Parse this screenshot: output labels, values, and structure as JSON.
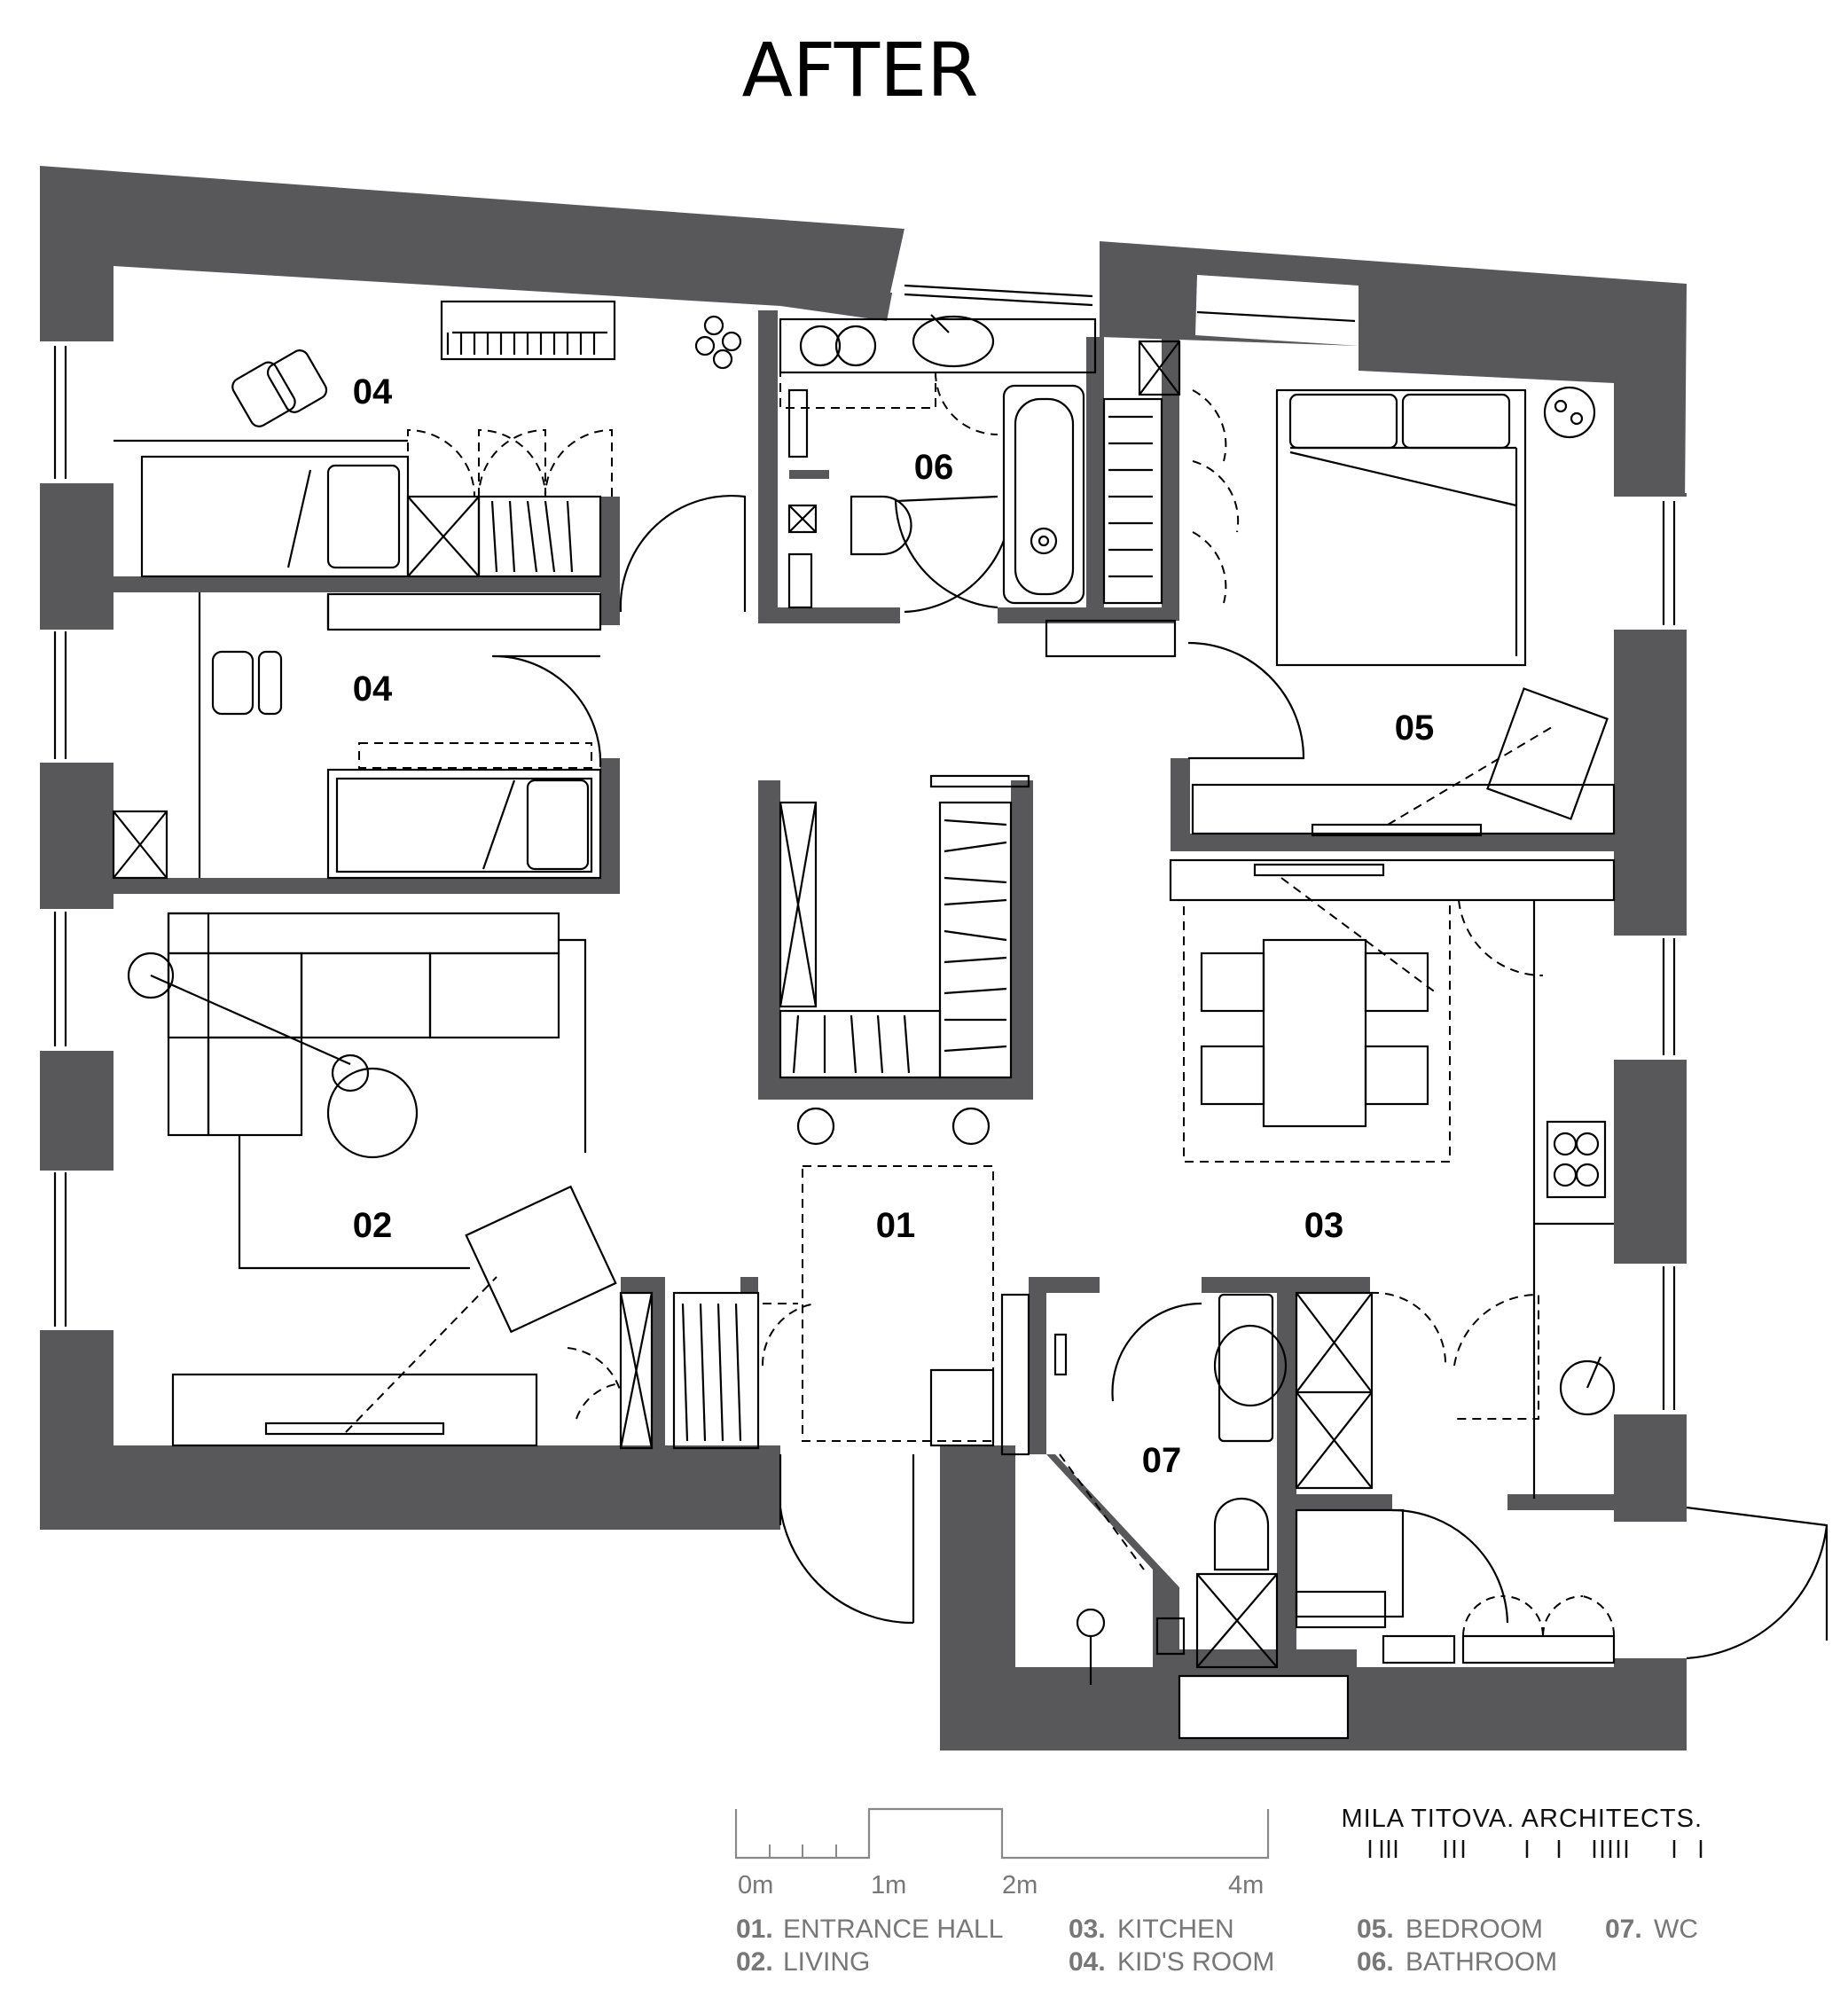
{
  "title": "AFTER",
  "brand": "MILA TITOVA. ARCHITECTS.",
  "rooms": {
    "r04a": "04",
    "r04b": "04",
    "r06": "06",
    "r05": "05",
    "r02": "02",
    "r01": "01",
    "r03": "03",
    "r07": "07"
  },
  "scale": {
    "t0": "0m",
    "t1": "1m",
    "t2": "2m",
    "t4": "4m"
  },
  "legend": [
    {
      "num": "01.",
      "label": "ENTRANCE HALL"
    },
    {
      "num": "02.",
      "label": "LIVING"
    },
    {
      "num": "03.",
      "label": "KITCHEN"
    },
    {
      "num": "04.",
      "label": "KID'S ROOM"
    },
    {
      "num": "05.",
      "label": "BEDROOM"
    },
    {
      "num": "06.",
      "label": "BATHROOM"
    },
    {
      "num": "07.",
      "label": "WC"
    }
  ]
}
